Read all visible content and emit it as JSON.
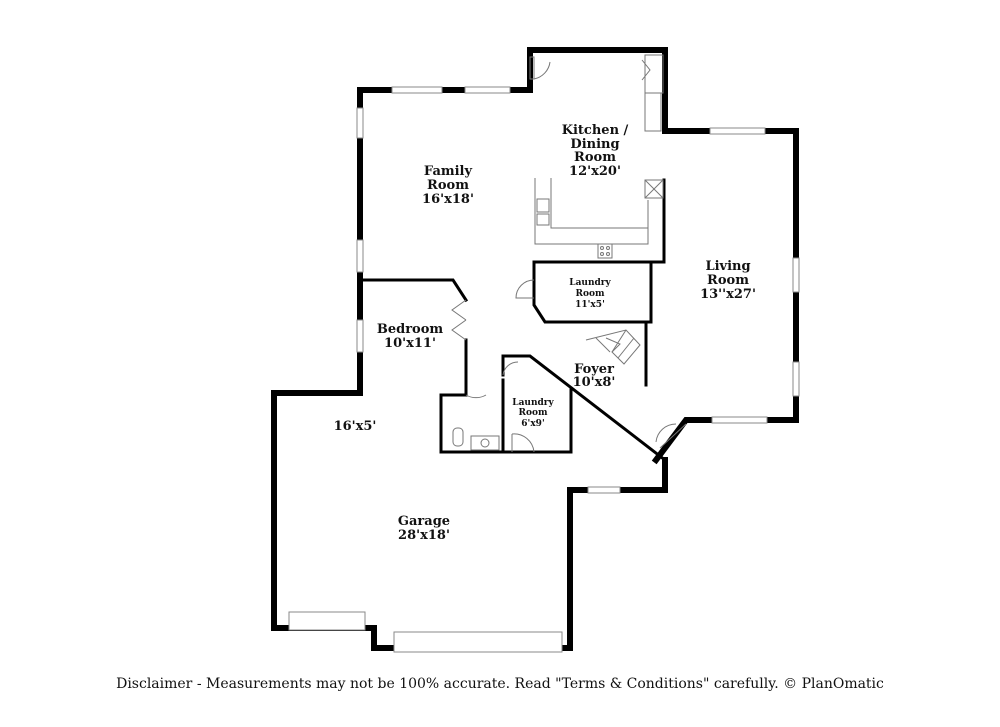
{
  "rooms": {
    "family": {
      "name1": "Family",
      "name2": "Room",
      "dims": "16'x18'"
    },
    "kitchen": {
      "name1": "Kitchen /",
      "name2": "Dining",
      "name3": "Room",
      "dims": "12'x20'"
    },
    "living": {
      "name1": "Living",
      "name2": "Room",
      "dims": "13''x27'"
    },
    "laundry1": {
      "name1": "Laundry",
      "name2": "Room",
      "dims": "11'x5'"
    },
    "bedroom": {
      "name1": "Bedroom",
      "dims": "10'x11'"
    },
    "foyer": {
      "name1": "Foyer",
      "dims": "10'x8'"
    },
    "laundry2": {
      "name1": "Laundry",
      "name2": "Room",
      "dims": "6'x9'"
    },
    "garage_extra": {
      "dims": "16'x5'"
    },
    "garage": {
      "name1": "Garage",
      "dims": "28'x18'"
    }
  },
  "disclaimer": "Disclaimer - Measurements may not be 100% accurate. Read \"Terms & Conditions\" carefully. © PlanOmatic"
}
